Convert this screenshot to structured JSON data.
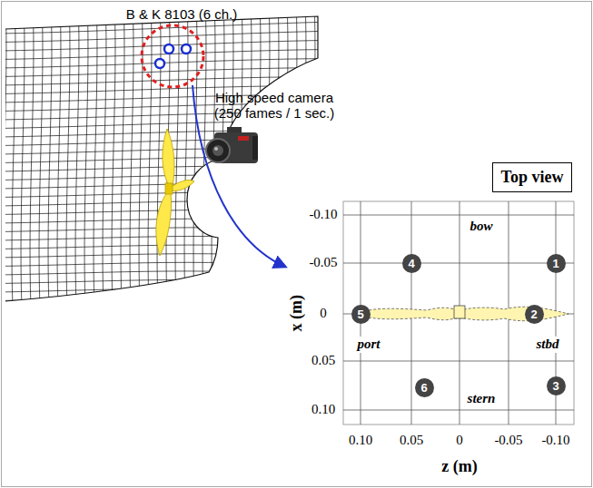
{
  "diagram": {
    "nodes": [
      {
        "text": [
          "Top view"
        ]
      },
      {
        "text": [
          "4"
        ]
      },
      {
        "text": [
          "1"
        ]
      },
      {
        "text": [
          "5"
        ]
      },
      {
        "text": [
          "2"
        ]
      },
      {
        "text": [
          "6"
        ]
      },
      {
        "text": [
          "3"
        ]
      }
    ],
    "labels": [
      "B & K 8103 (6 ch.)",
      "High speed camera (250 fames / 1 sec.)",
      "-0.10",
      "-0.05",
      "0",
      "0.05",
      "0.10",
      "0.10",
      "0.05",
      "0",
      "-0.05",
      "-0.10",
      "x (m)",
      "z (m)",
      "bow",
      "stern",
      "port",
      "stbd"
    ]
  }
}
